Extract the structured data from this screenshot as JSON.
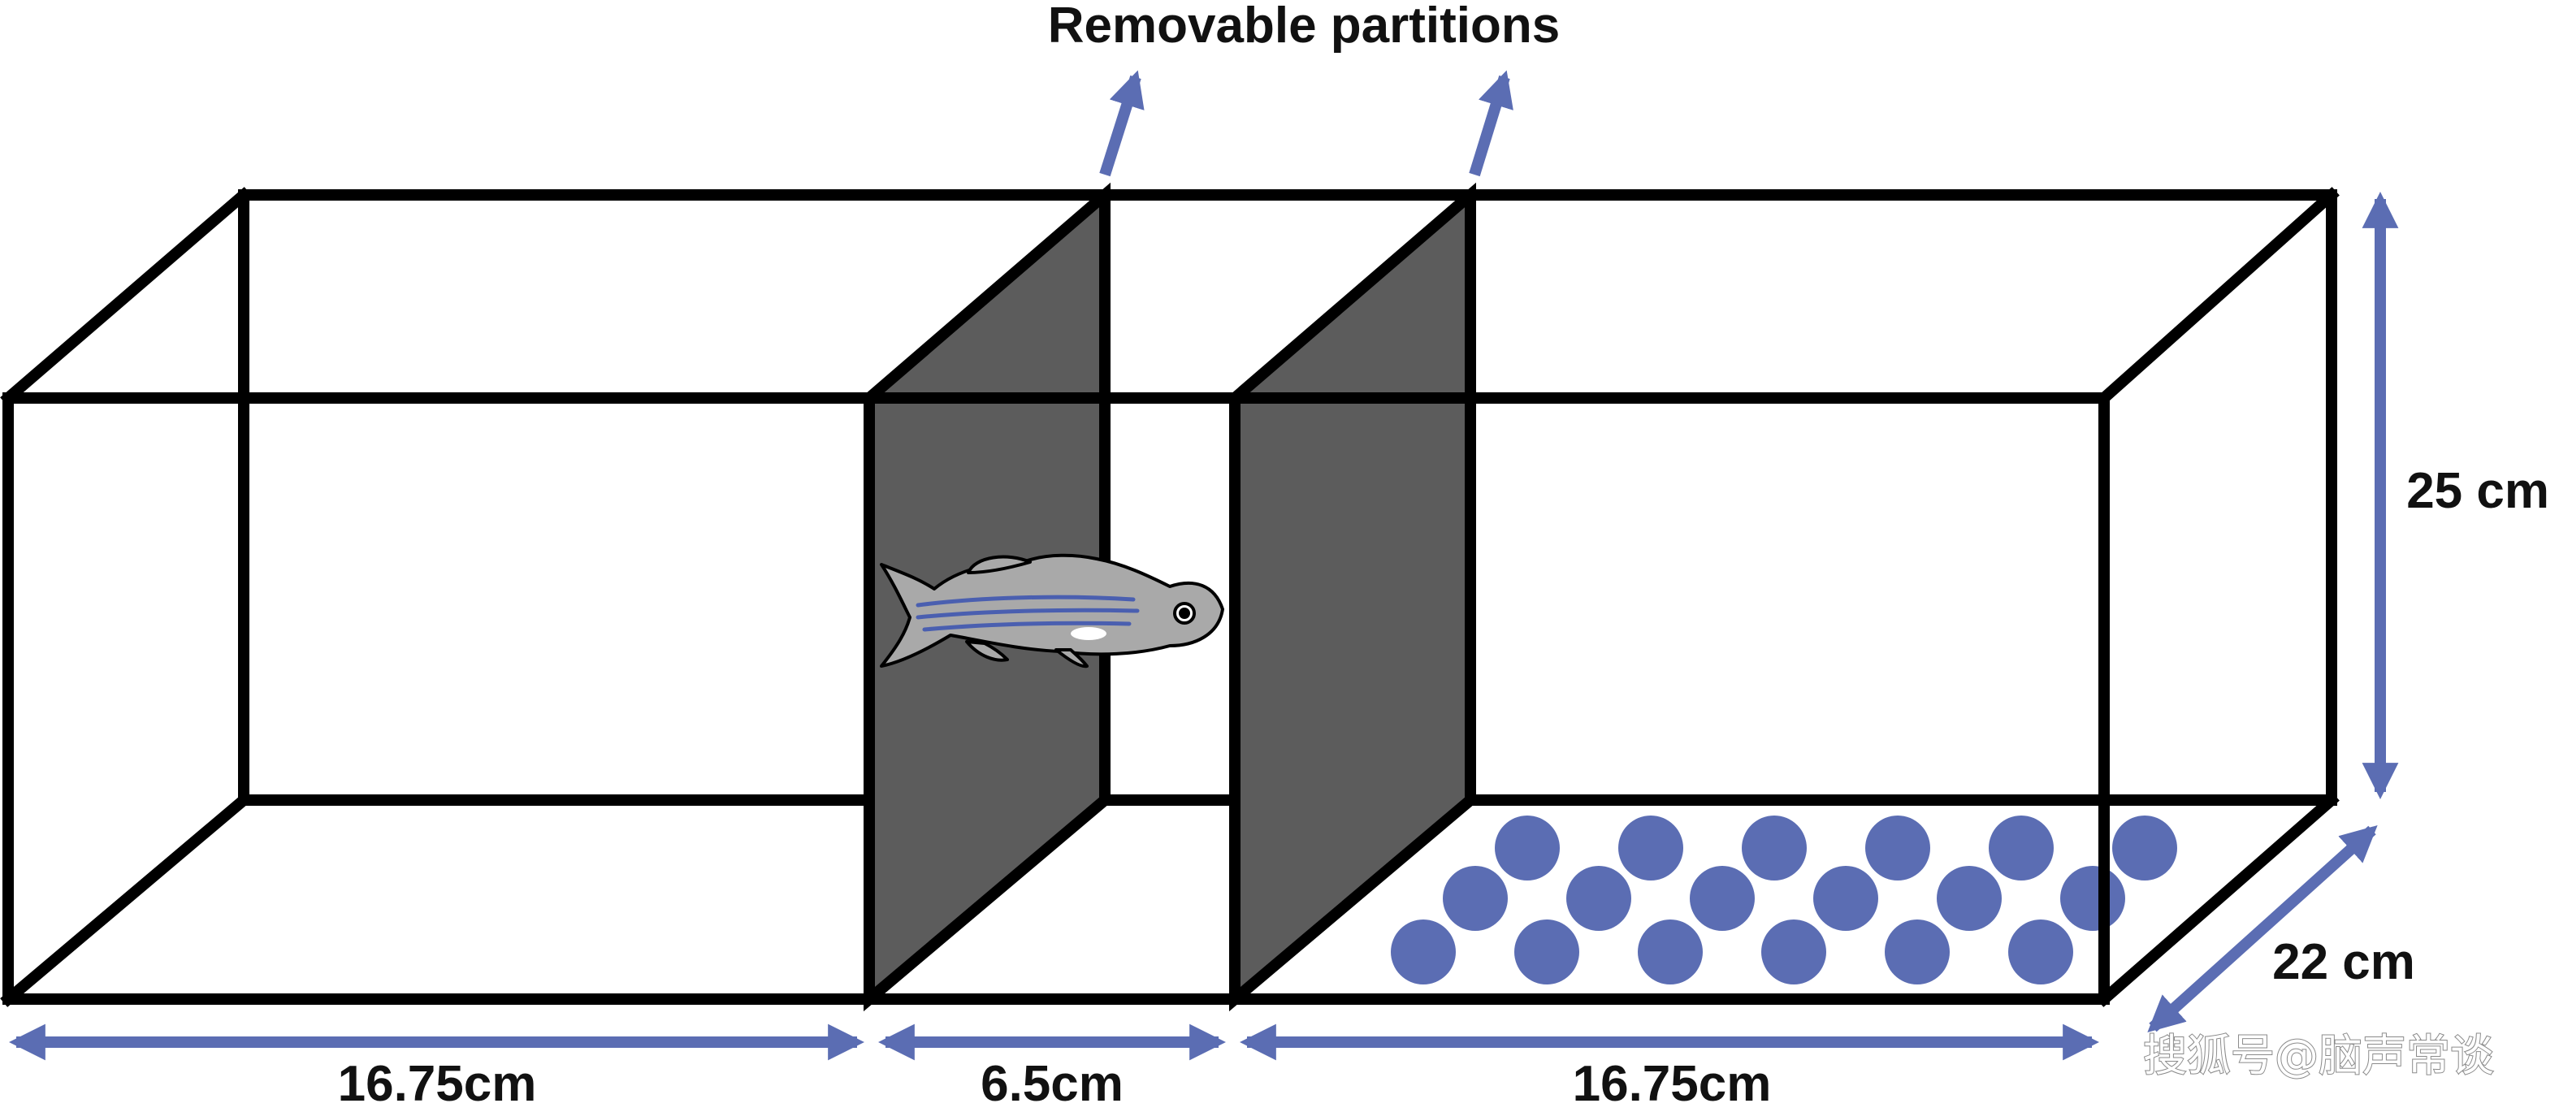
{
  "labels": {
    "partitions": "Removable partitions",
    "height": "25 cm",
    "depth": "22 cm",
    "left_width": "16.75cm",
    "middle_width": "6.5cm",
    "right_width": "16.75cm"
  },
  "watermark": "搜狐号@脑声常谈",
  "colors": {
    "accent": "#5b6db3",
    "partition": "#5c5c5c",
    "outline": "#000000",
    "fish_body": "#a9a9a9"
  },
  "icons": {
    "animal": "zebrafish-icon",
    "marbles": "blue-marbles"
  }
}
